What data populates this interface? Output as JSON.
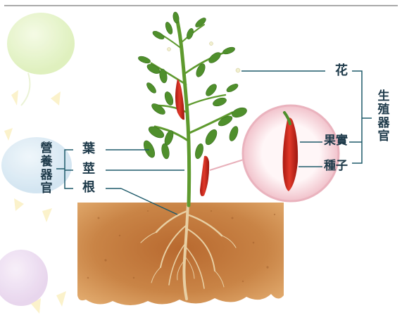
{
  "colors": {
    "soil": "#c47a3e",
    "soil_dark": "#9a5628",
    "stem": "#5e9a2e",
    "leaf": "#4f8f2c",
    "leaf_light": "#79b348",
    "pepper": "#c8281c",
    "line": "#1e5a6a",
    "text": "#1e3a4a",
    "bubble": "#f2c7cf"
  },
  "labels": {
    "flower": "花",
    "fruit": "果實",
    "seed": "種子",
    "leaf": "葉",
    "stem": "莖",
    "root": "根"
  },
  "groups": {
    "reproductive": "生殖器官",
    "vegetative": "營養器官"
  }
}
